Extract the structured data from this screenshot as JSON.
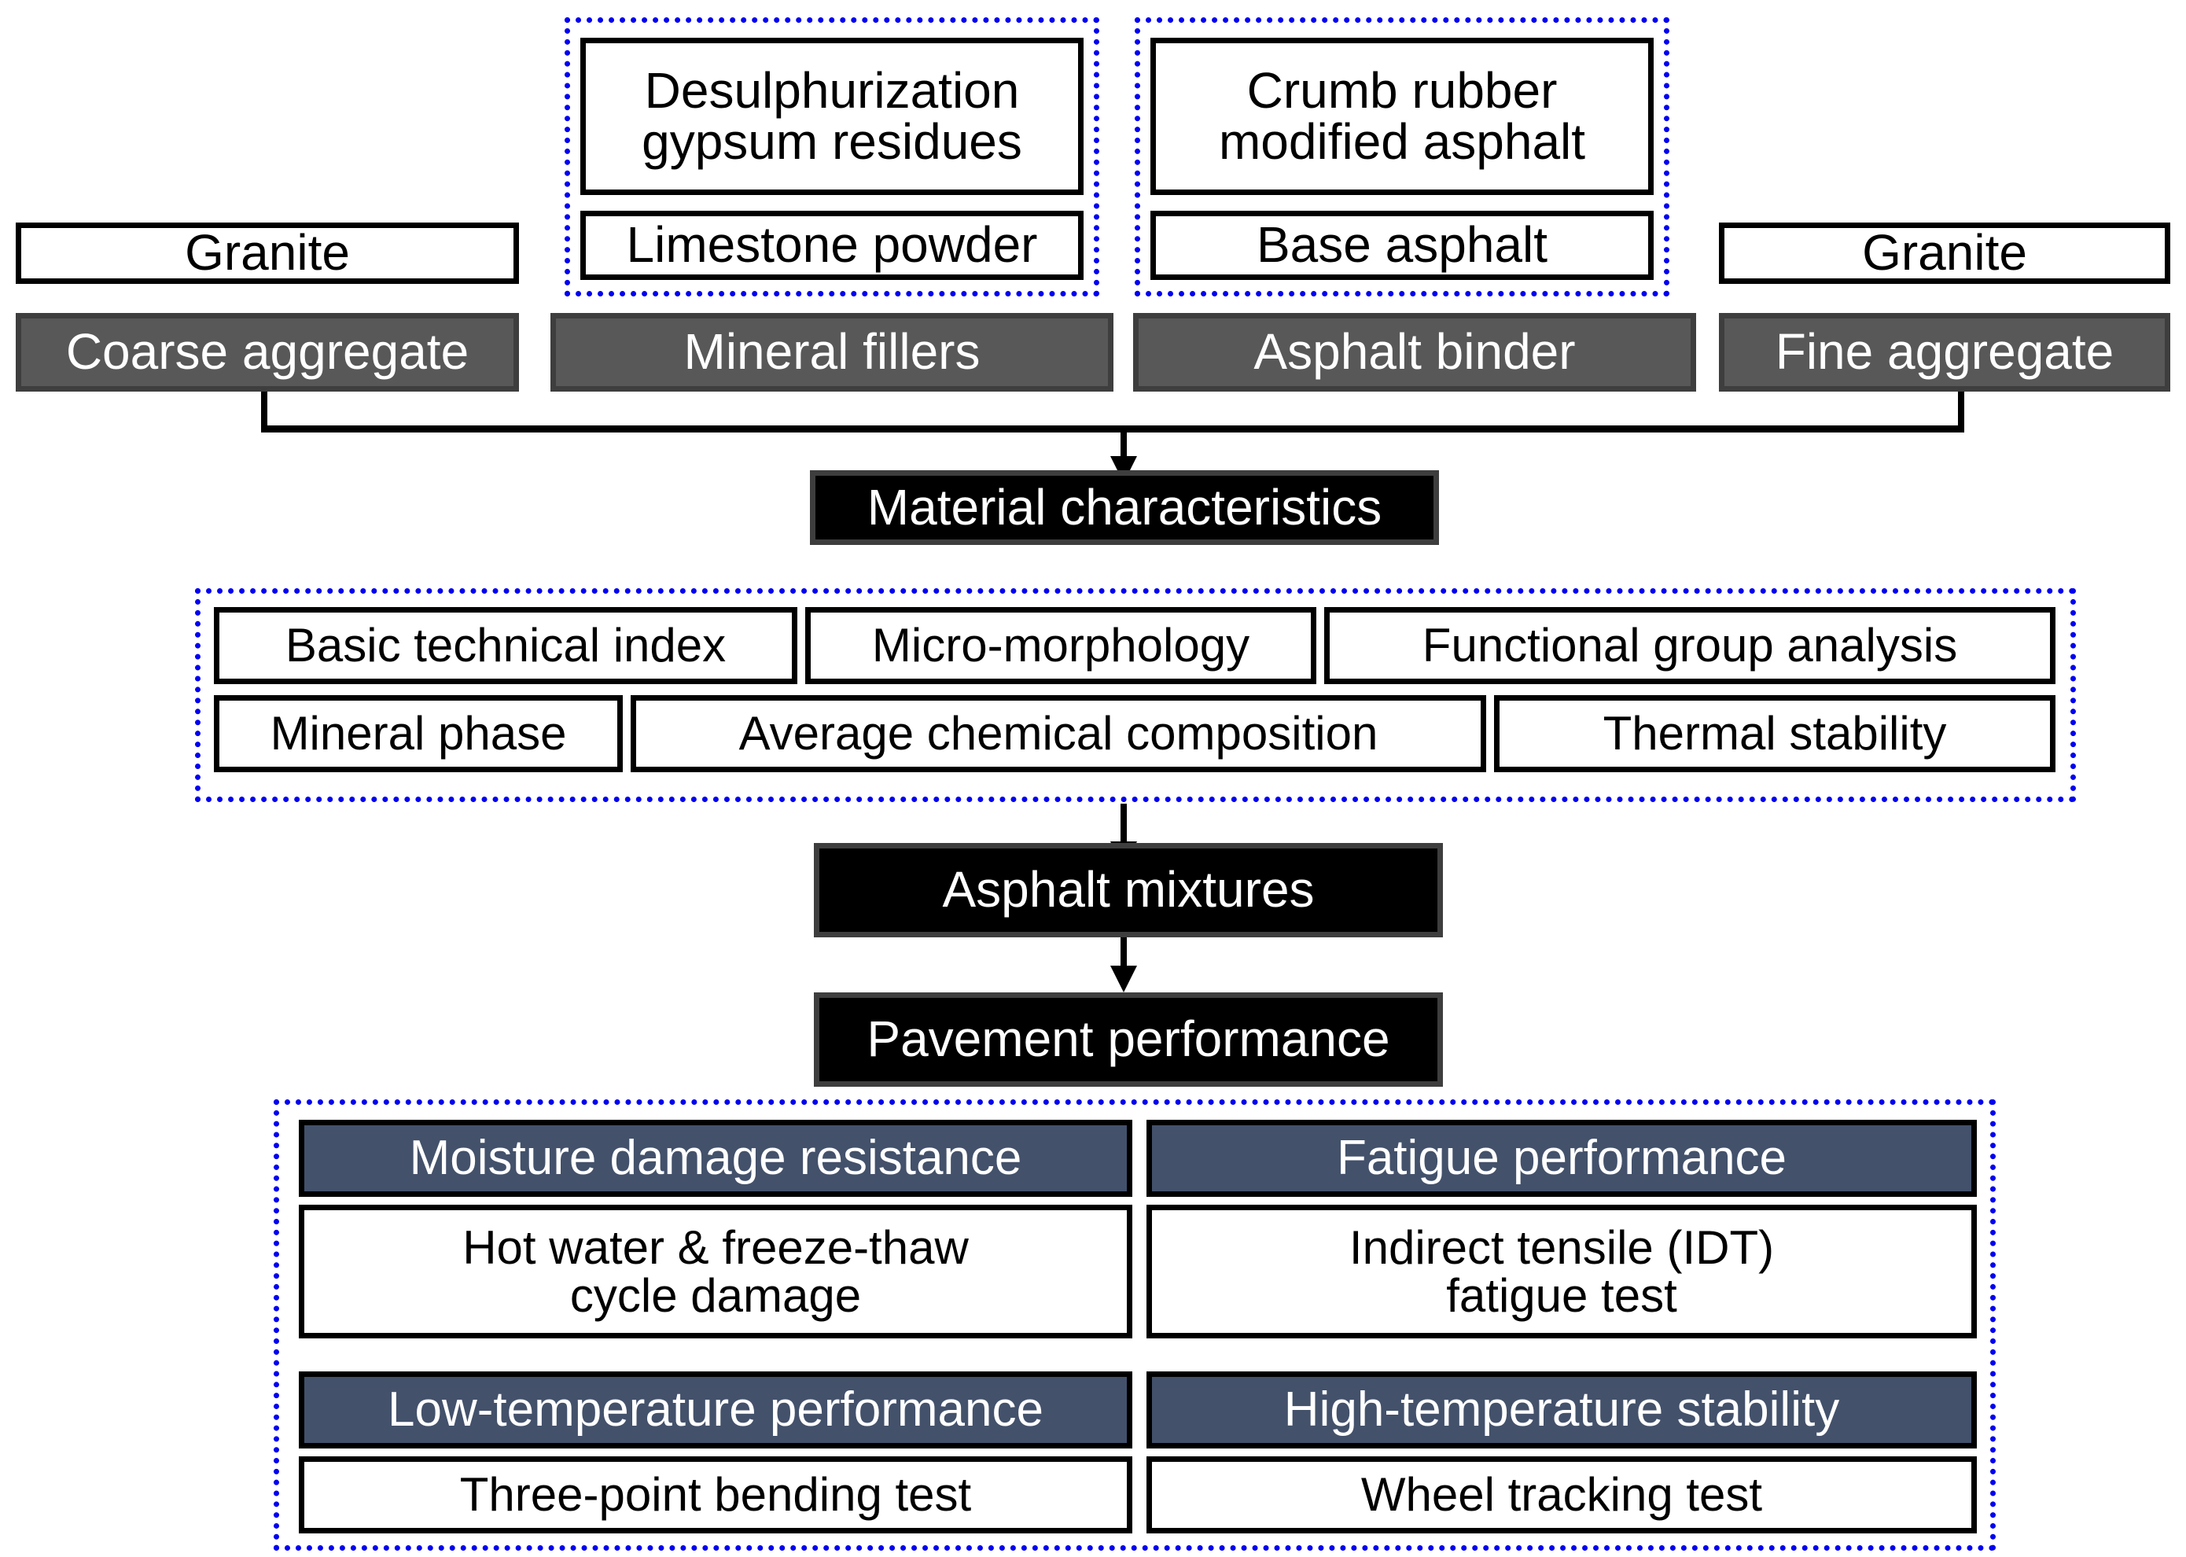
{
  "diagram": {
    "title": "Asphalt mixture research flowchart",
    "colors": {
      "group_border": "#0000f0",
      "category_fill": "#585858",
      "stage_fill": "#000000",
      "performance_header_fill": "#43516b",
      "box_fill": "#ffffff",
      "box_border": "#000000"
    },
    "materials_row": {
      "coarse": {
        "source_label": "Granite",
        "category_label": "Coarse aggregate"
      },
      "fillers": {
        "item_1": "Desulphurization\ngypsum residues",
        "item_2": "Limestone powder",
        "category_label": "Mineral fillers"
      },
      "binder": {
        "item_1": "Crumb rubber\nmodified asphalt",
        "item_2": "Base asphalt",
        "category_label": "Asphalt binder"
      },
      "fine": {
        "source_label": "Granite",
        "category_label": "Fine aggregate"
      }
    },
    "stage_material": "Material characteristics",
    "material_tests": {
      "row_1": [
        "Basic technical index",
        "Micro-morphology",
        "Functional group analysis"
      ],
      "row_2": [
        "Mineral phase",
        "Average chemical composition",
        "Thermal stability"
      ]
    },
    "stage_mixtures": "Asphalt mixtures",
    "stage_pavement": "Pavement performance",
    "performance": [
      {
        "header": "Moisture damage resistance",
        "test": "Hot water & freeze-thaw\ncycle damage"
      },
      {
        "header": "Fatigue performance",
        "test": "Indirect tensile (IDT)\nfatigue test"
      },
      {
        "header": "Low-temperature performance",
        "test": "Three-point bending test"
      },
      {
        "header": "High-temperature stability",
        "test": "Wheel tracking test"
      }
    ]
  }
}
